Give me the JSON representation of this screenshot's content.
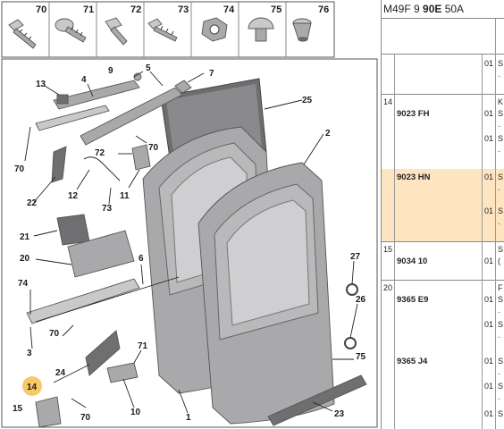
{
  "diagram": {
    "fastener_labels": [
      "70",
      "71",
      "72",
      "73",
      "74",
      "75",
      "76"
    ],
    "callouts": {
      "c1": "1",
      "c2": "2",
      "c3": "3",
      "c4": "4",
      "c5": "5",
      "c6": "6",
      "c7": "7",
      "c9": "9",
      "c10": "10",
      "c11": "11",
      "c12": "12",
      "c13": "13",
      "c14": "14",
      "c15": "15",
      "c20": "20",
      "c21": "21",
      "c22": "22",
      "c23": "23",
      "c24": "24",
      "c25": "25",
      "c26": "26",
      "c27": "27",
      "c70a": "70",
      "c70b": "70",
      "c70c": "70",
      "c70d": "70",
      "c71": "71",
      "c72": "72",
      "c73": "73",
      "c74": "74",
      "c75": "75"
    },
    "highlight_callout": "14",
    "colors": {
      "panel": "#a9a9ab",
      "panel_light": "#c9c9cb",
      "highlight": "#f7c96b"
    }
  },
  "reference_table": {
    "header_prefix": "M49F 9 ",
    "header_bold": "90E",
    "header_suffix": " 50A",
    "subhead_rows": [
      {
        "qty": "01",
        "tail": "S",
        "dash": "-"
      }
    ],
    "groups": [
      {
        "number": "14",
        "ref": "9023 FH",
        "highlighted": false,
        "lines": [
          {
            "qty": "",
            "tail": "K"
          },
          {
            "qty": "01",
            "tail": "S"
          },
          {
            "qty": "",
            "tail": "-"
          },
          {
            "qty": "01",
            "tail": "S"
          },
          {
            "qty": "",
            "tail": "-"
          }
        ]
      },
      {
        "number": "",
        "ref": "9023 HN",
        "highlighted": true,
        "lines": [
          {
            "qty": "01",
            "tail": "S"
          },
          {
            "qty": "",
            "tail": "-"
          },
          {
            "qty": "01",
            "tail": "S"
          },
          {
            "qty": "",
            "tail": "-"
          }
        ]
      },
      {
        "number": "15",
        "ref": "9034 10",
        "highlighted": false,
        "lines": [
          {
            "qty": "",
            "tail": "S"
          },
          {
            "qty": "01",
            "tail": "("
          }
        ]
      },
      {
        "number": "20",
        "ref": "9365 E9",
        "ref2": "9365 J4",
        "highlighted": false,
        "lines": [
          {
            "qty": "",
            "tail": "F"
          },
          {
            "qty": "01",
            "tail": "S"
          },
          {
            "qty": "",
            "tail": "-"
          },
          {
            "qty": "01",
            "tail": "S"
          },
          {
            "qty": "",
            "tail": "-"
          },
          {
            "qty": "01",
            "tail": "S"
          },
          {
            "qty": "",
            "tail": "-"
          },
          {
            "qty": "01",
            "tail": "S"
          },
          {
            "qty": "",
            "tail": "-"
          },
          {
            "qty": "01",
            "tail": "S"
          }
        ]
      }
    ]
  }
}
